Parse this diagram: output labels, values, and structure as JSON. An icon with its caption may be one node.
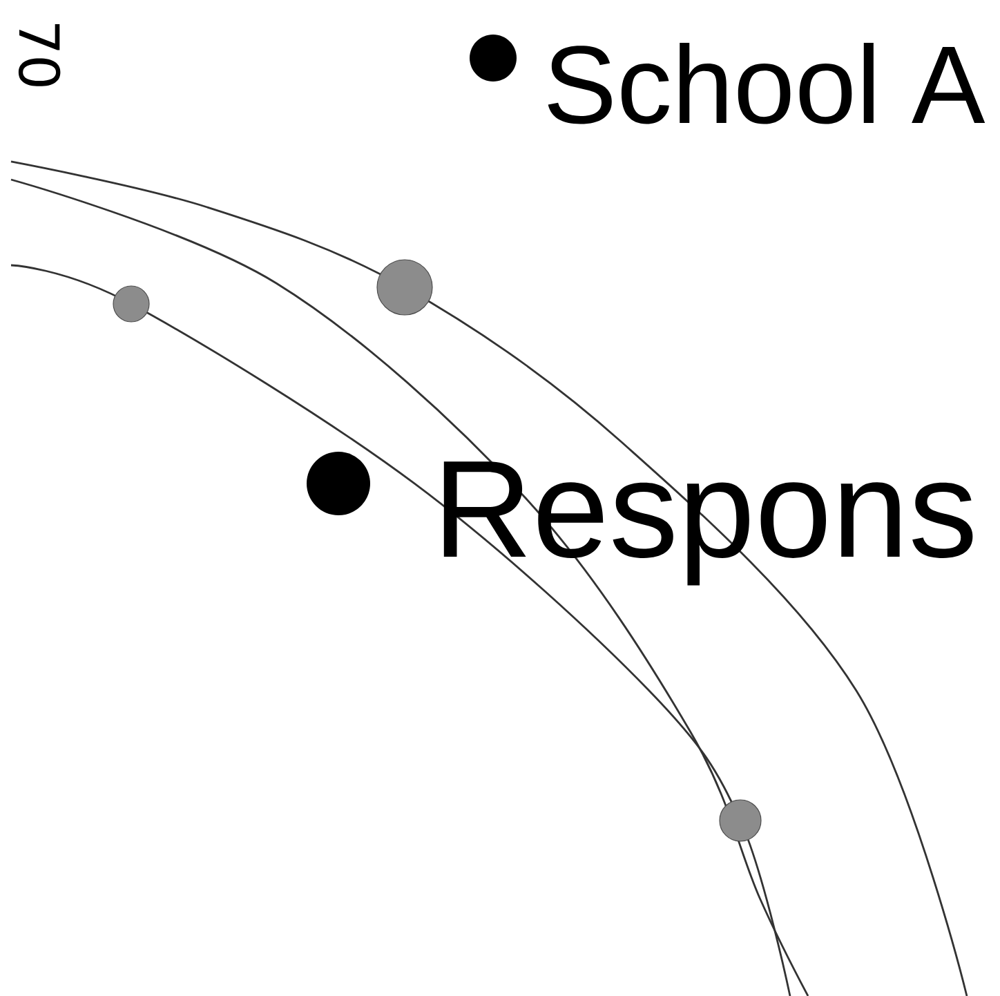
{
  "diagram": {
    "labels": [
      "70",
      "School A",
      "Respons"
    ]
  }
}
